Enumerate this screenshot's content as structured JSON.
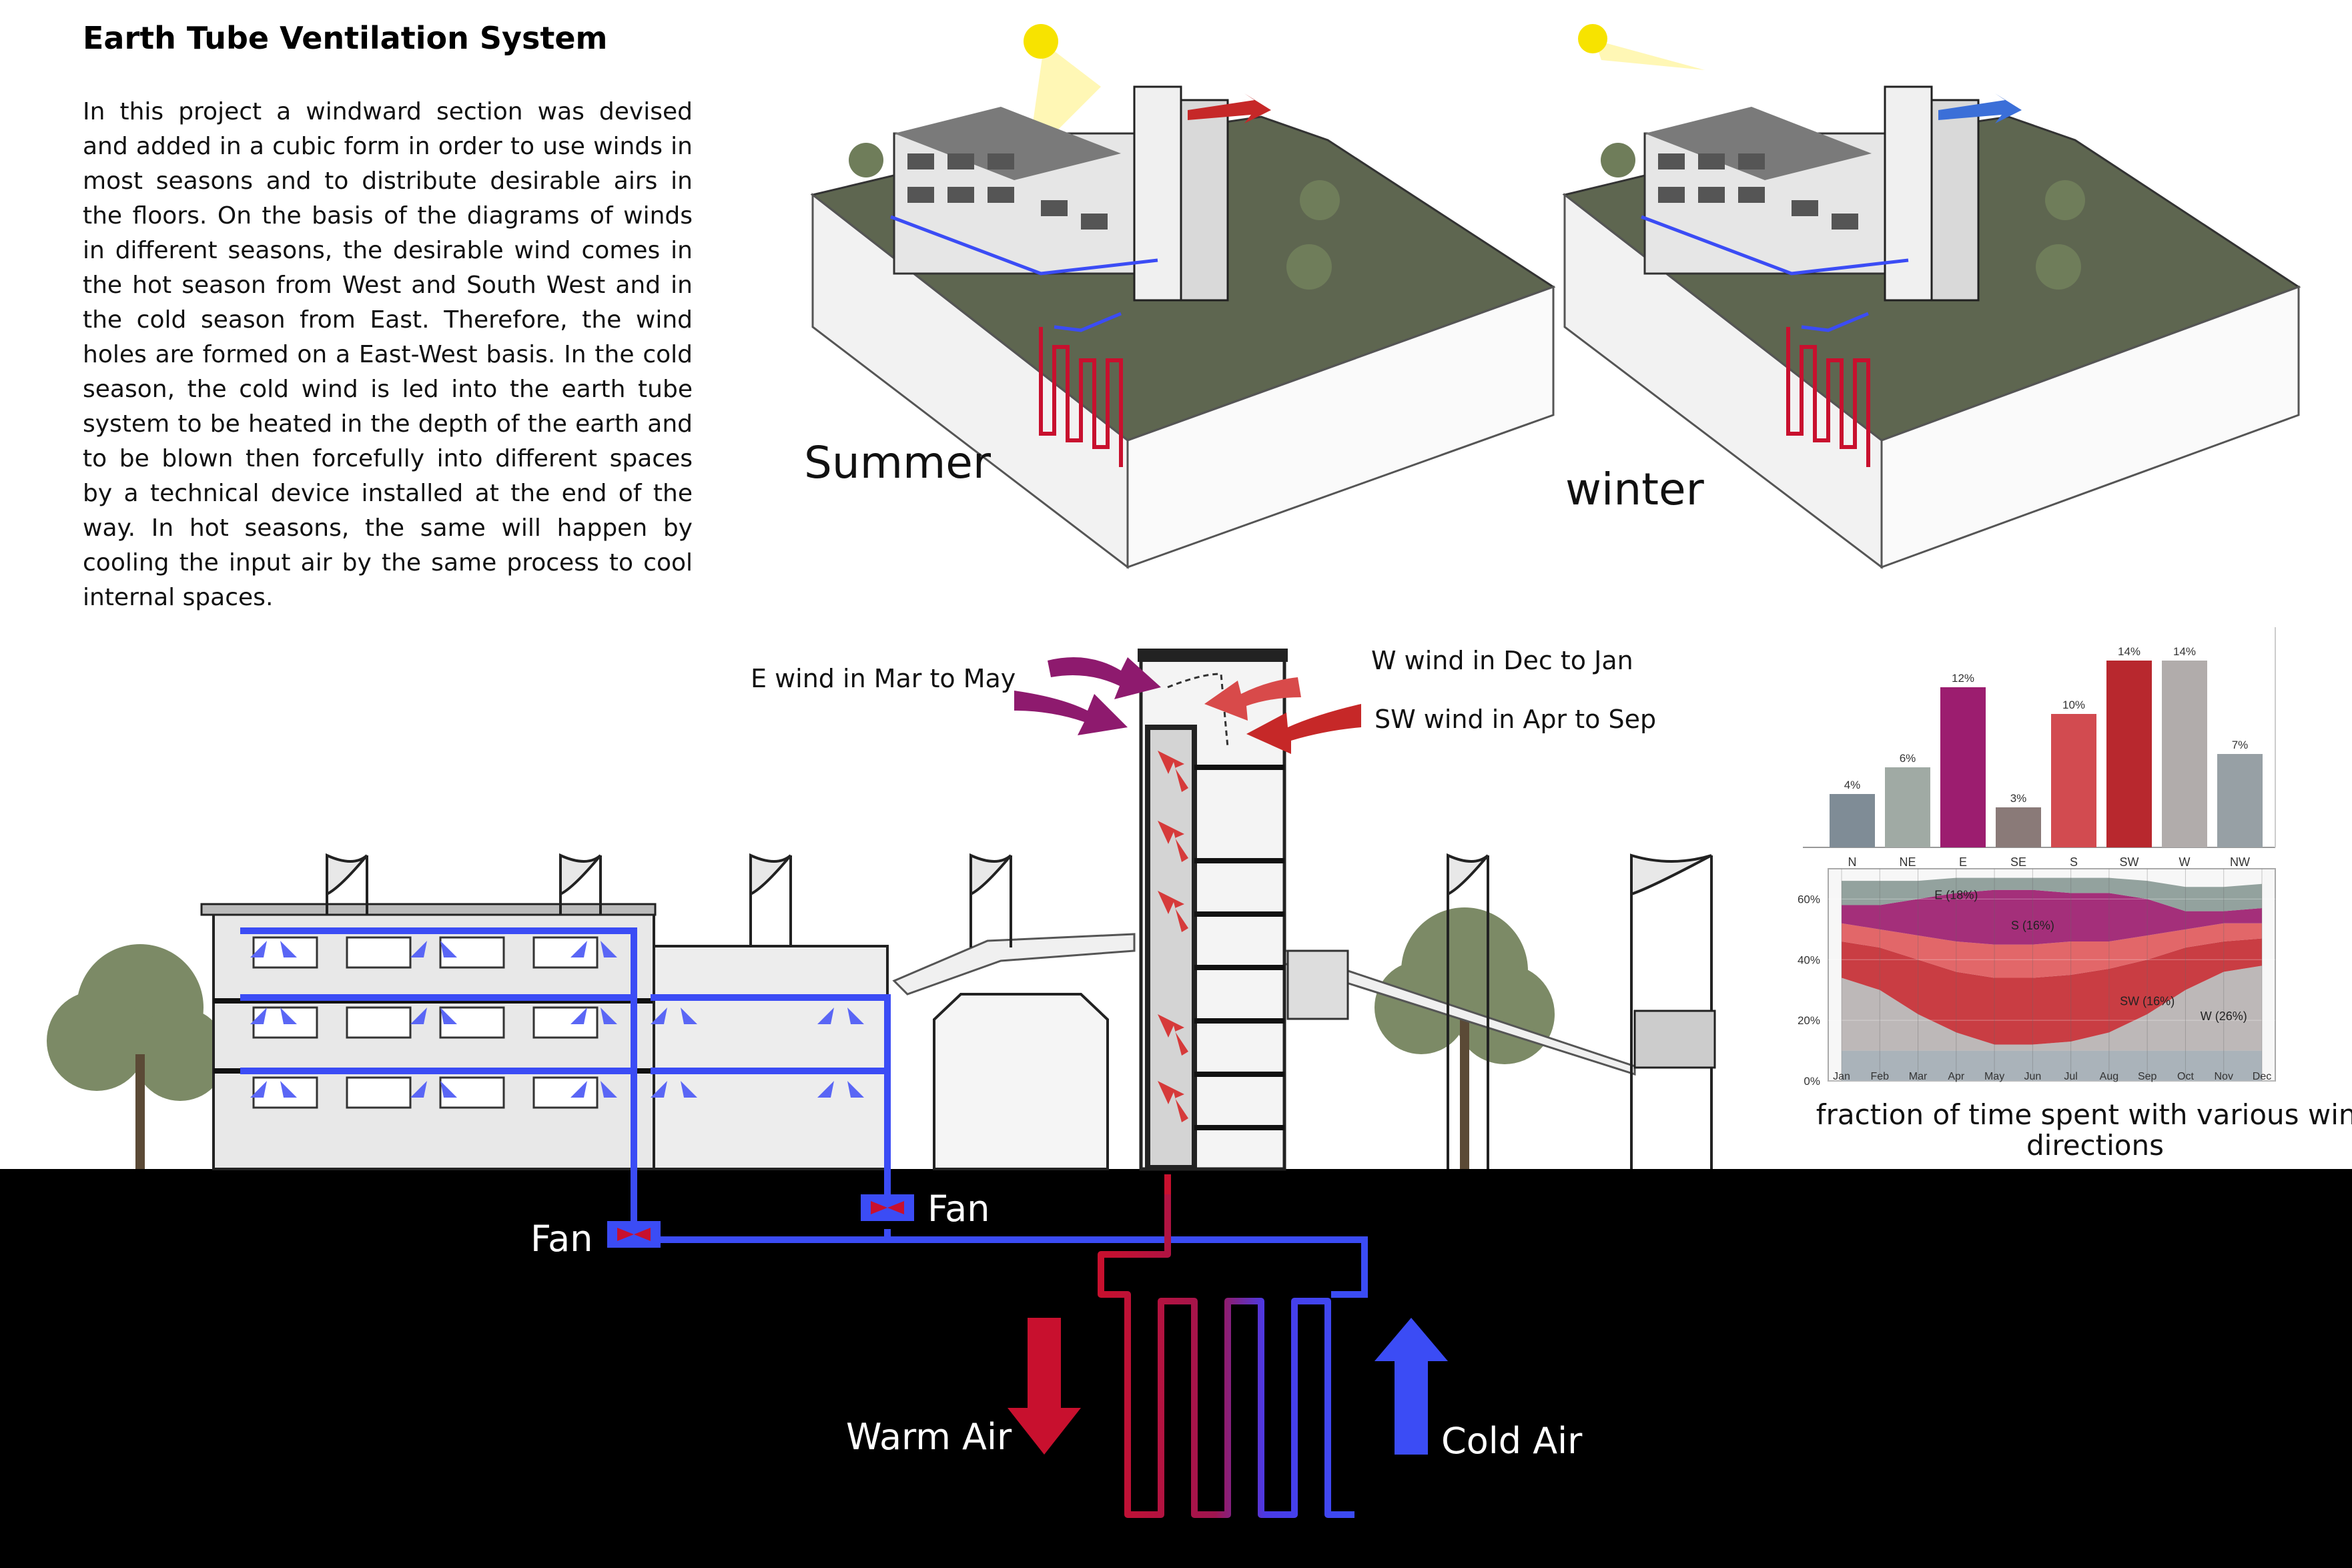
{
  "intro": {
    "title": "Earth Tube Ventilation System",
    "body": "In this project a windward section was devised and added in a cubic form in order to use winds in most seasons and to distribute desirable airs in the floors. On the basis of the diagrams of winds in different seasons, the desirable wind comes in the hot season from West and South West and in the cold season from East. Therefore, the wind holes are formed on a East-West basis. In the cold season, the cold wind is led into the earth tube system to be heated in the depth of the earth and to be blown then forcefully into different spaces by a technical device installed at the end of the way. In hot seasons, the same will happen by cooling the input air by the same process to cool internal spaces."
  },
  "seasons": {
    "summer_label": "Summer",
    "winter_label": "winter"
  },
  "section": {
    "wind_east": "E wind in Mar to May",
    "wind_west": "W wind in Dec to Jan",
    "wind_southwest": "SW wind in Apr to Sep",
    "fan_left": "Fan",
    "fan_right": "Fan",
    "warm_air": "Warm Air",
    "cold_air": "Cold Air"
  },
  "colors": {
    "warm": "#c8102e",
    "cold": "#3b4cf5",
    "ground": "#000000",
    "east_wind": "#8e1a6e",
    "west_wind": "#c62828"
  },
  "chart_data": [
    {
      "type": "bar",
      "categories": [
        "N",
        "NE",
        "E",
        "SE",
        "S",
        "SW",
        "W",
        "NW"
      ],
      "values": [
        4,
        6,
        12,
        3,
        10,
        14,
        14,
        7
      ],
      "value_labels": [
        "4%",
        "6%",
        "12%",
        "3%",
        "10%",
        "14%",
        "14%",
        "7%"
      ],
      "colors": [
        "#7f8c96",
        "#a0aaa4",
        "#9c1d6f",
        "#8a7a78",
        "#d24b50",
        "#b8282e",
        "#b1acab",
        "#97a0a5"
      ],
      "ylim": [
        0,
        15
      ]
    },
    {
      "type": "area",
      "x": [
        "Jan",
        "Feb",
        "Mar",
        "Apr",
        "May",
        "Jun",
        "Jul",
        "Aug",
        "Sep",
        "Oct",
        "Nov",
        "Dec"
      ],
      "ylim": [
        0,
        70
      ],
      "yticks": [
        "0%",
        "20%",
        "40%",
        "60%"
      ],
      "annotations": [
        "E (18%)",
        "S (16%)",
        "SW (16%)",
        "W (26%)"
      ],
      "title": "fraction of time spent with various wind directions"
    }
  ]
}
